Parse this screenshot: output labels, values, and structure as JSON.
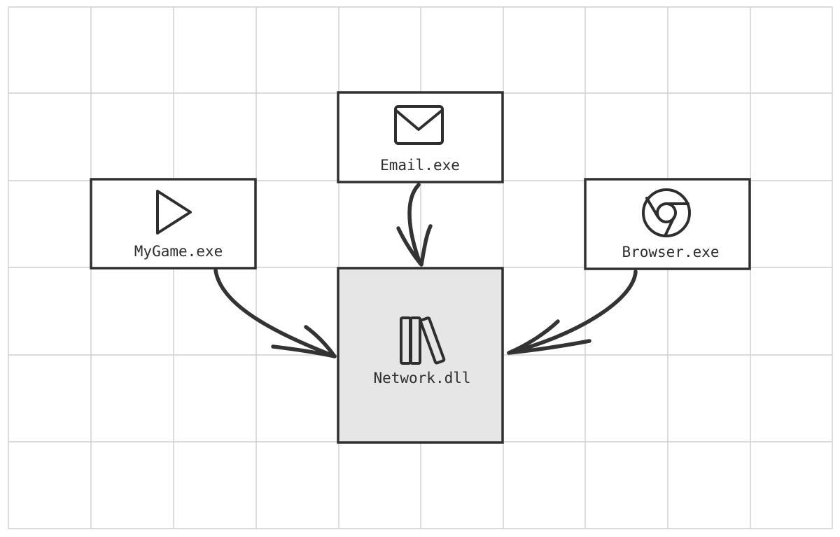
{
  "diagram": {
    "nodes": [
      {
        "id": "email",
        "label": "Email.exe",
        "icon": "envelope-icon"
      },
      {
        "id": "mygame",
        "label": "MyGame.exe",
        "icon": "play-icon"
      },
      {
        "id": "browser",
        "label": "Browser.exe",
        "icon": "chrome-icon"
      },
      {
        "id": "network",
        "label": "Network.dll",
        "icon": "books-icon"
      }
    ],
    "edges": [
      {
        "from": "email",
        "to": "network"
      },
      {
        "from": "mygame",
        "to": "network"
      },
      {
        "from": "browser",
        "to": "network"
      }
    ],
    "colors": {
      "grid": "#cfcfcf",
      "stroke": "#303030",
      "node_fill": "#ffffff",
      "library_fill": "#e6e6e6"
    }
  }
}
